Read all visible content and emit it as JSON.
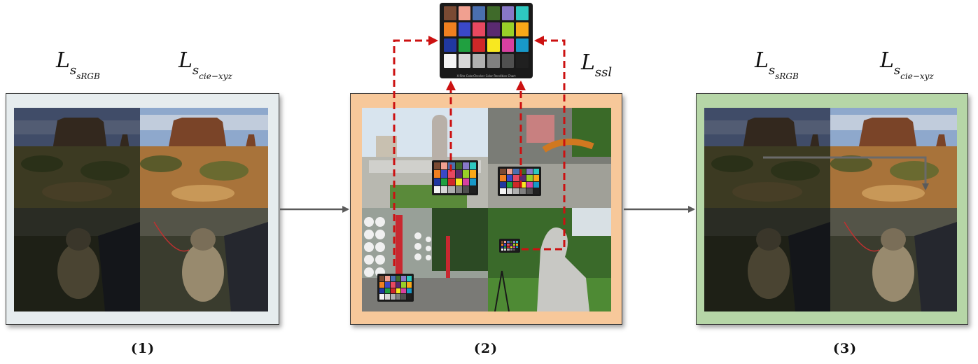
{
  "panels": [
    {
      "id": "1",
      "caption": "(1)",
      "background": "#e6ecee"
    },
    {
      "id": "2",
      "caption": "(2)",
      "background": "#f7c89a"
    },
    {
      "id": "3",
      "caption": "(3)",
      "background": "#b6d6a7"
    }
  ],
  "labels": {
    "loss_base": "L",
    "sub_s": "s",
    "srgb": "sRGB",
    "ciexyz": "cie−xyz",
    "ssl_sub": "ssl"
  },
  "colors": {
    "dashed_arrow": "#cc1111",
    "flow_arrow": "#5a5a5a"
  },
  "color_checker": {
    "swatches": [
      "#7a4a33",
      "#f0a090",
      "#4a6fb0",
      "#3f6a2a",
      "#8878c8",
      "#2ec8c0",
      "#f08020",
      "#3a48c8",
      "#e84860",
      "#5a2a70",
      "#98d028",
      "#f8a818",
      "#2038a0",
      "#20a040",
      "#d02828",
      "#f8e820",
      "#d840a0",
      "#1898c8",
      "#f4f4f4",
      "#d8d8d8",
      "#b0b0b0",
      "#808080",
      "#505050",
      "#202020"
    ],
    "brand": "X-Rite ColorChecker Color Rendition Chart"
  }
}
